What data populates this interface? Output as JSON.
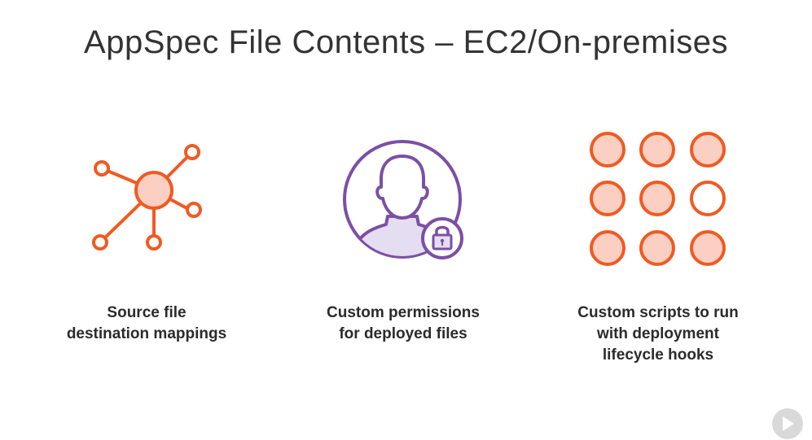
{
  "slide": {
    "title": "AppSpec File Contents – EC2/On-premises",
    "items": [
      {
        "icon": "network-hub-icon",
        "caption_lines": [
          "Source file",
          "destination mappings"
        ]
      },
      {
        "icon": "user-lock-icon",
        "caption_lines": [
          "Custom permissions",
          "for deployed files"
        ]
      },
      {
        "icon": "dot-grid-icon",
        "caption_lines": [
          "Custom scripts to run",
          "with deployment",
          "lifecycle hooks"
        ]
      }
    ]
  },
  "colors": {
    "orange": "#F05A22",
    "orange_fill": "#FBD0C2",
    "purple": "#7B4FA6",
    "purple_fill": "#E5DDF1",
    "text": "#2b2b2b"
  },
  "logo": "pluralsight-logo-icon"
}
